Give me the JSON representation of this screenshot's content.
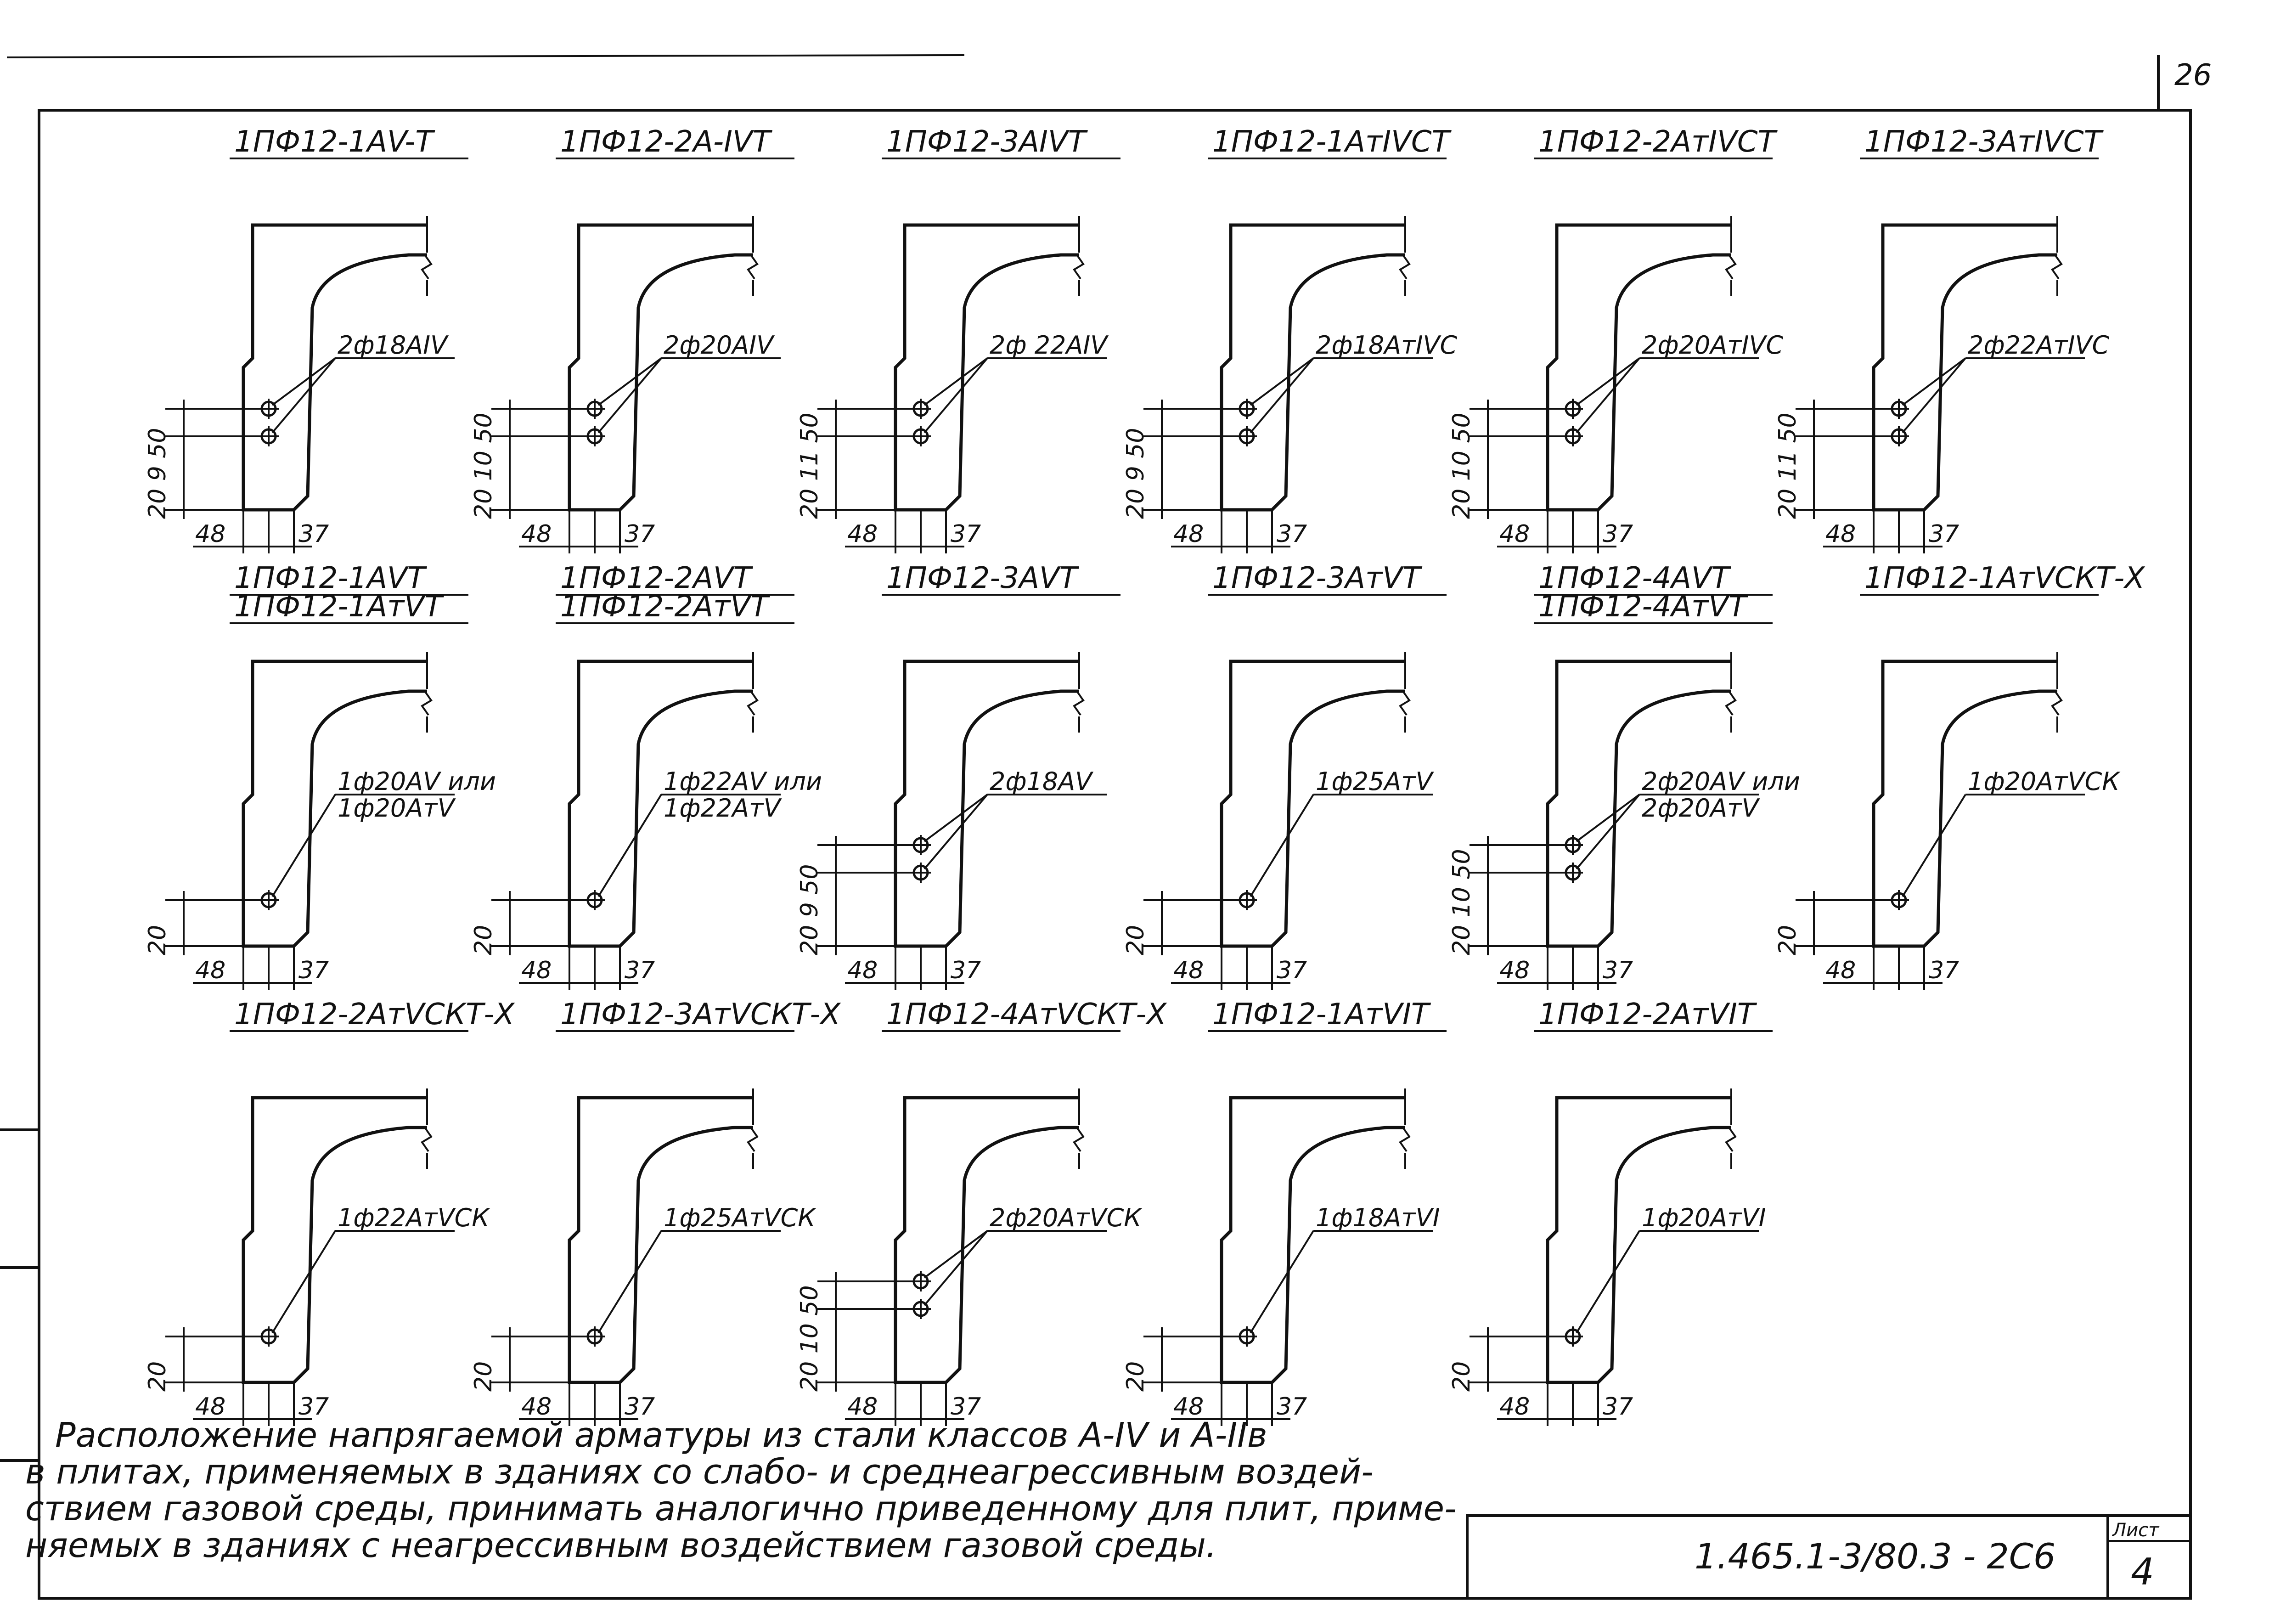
{
  "sheet": {
    "page_number": "26",
    "document_code": "1.465.1-3/80.3 - 2C6",
    "sheet_label": "Лист",
    "sheet_number": "4",
    "note_lines": [
      "Расположение напрягаемой арматуры из стали классов А-IV и А-IIв",
      "в плитах, применяемых в зданиях со слабо- и среднеагрессивным воздей-",
      "ствием газовой среды, принимать аналогично приведенному для плит, приме-",
      "няемых в зданиях с неагрессивным воздействием газовой среды."
    ]
  },
  "details": [
    {
      "title": [
        "1ПФ12-1АV-Т"
      ],
      "bars": 2,
      "rebar": [
        "2ф18АIV"
      ],
      "left_dims": [
        "20",
        "9",
        "50"
      ],
      "bottom_dims": [
        "48",
        "37"
      ]
    },
    {
      "title": [
        "1ПФ12-2А-IVТ"
      ],
      "bars": 2,
      "rebar": [
        "2ф20АIV"
      ],
      "left_dims": [
        "20",
        "10",
        "50"
      ],
      "bottom_dims": [
        "48",
        "37"
      ]
    },
    {
      "title": [
        "1ПФ12-3АIVТ"
      ],
      "bars": 2,
      "rebar": [
        "2ф 22АIV"
      ],
      "left_dims": [
        "20",
        "11",
        "50"
      ],
      "bottom_dims": [
        "48",
        "37"
      ]
    },
    {
      "title": [
        "1ПФ12-1АтIVСТ"
      ],
      "bars": 2,
      "rebar": [
        "2ф18АтIVС"
      ],
      "left_dims": [
        "20",
        "9",
        "50"
      ],
      "bottom_dims": [
        "48",
        "37"
      ]
    },
    {
      "title": [
        "1ПФ12-2АтIVСТ"
      ],
      "bars": 2,
      "rebar": [
        "2ф20АтIVС"
      ],
      "left_dims": [
        "20",
        "10",
        "50"
      ],
      "bottom_dims": [
        "48",
        "37"
      ]
    },
    {
      "title": [
        "1ПФ12-3АтIVСТ"
      ],
      "bars": 2,
      "rebar": [
        "2ф22АтIVС"
      ],
      "left_dims": [
        "20",
        "11",
        "50"
      ],
      "bottom_dims": [
        "48",
        "37"
      ]
    },
    {
      "title": [
        "1ПФ12-1АVТ",
        "1ПФ12-1АтVТ"
      ],
      "bars": 1,
      "rebar": [
        "1ф20АV или",
        "1ф20АтV"
      ],
      "left_dims": [
        "20"
      ],
      "bottom_dims": [
        "48",
        "37"
      ]
    },
    {
      "title": [
        "1ПФ12-2АVТ",
        "1ПФ12-2АтVТ"
      ],
      "bars": 1,
      "rebar": [
        "1ф22АV или",
        "1ф22АтV"
      ],
      "left_dims": [
        "20"
      ],
      "bottom_dims": [
        "48",
        "37"
      ]
    },
    {
      "title": [
        "1ПФ12-3АVТ"
      ],
      "bars": 2,
      "rebar": [
        "2ф18АV"
      ],
      "left_dims": [
        "20",
        "9",
        "50"
      ],
      "bottom_dims": [
        "48",
        "37"
      ]
    },
    {
      "title": [
        "1ПФ12-3АтVТ"
      ],
      "bars": 1,
      "rebar": [
        "1ф25АтV"
      ],
      "left_dims": [
        "20"
      ],
      "bottom_dims": [
        "48",
        "37"
      ]
    },
    {
      "title": [
        "1ПФ12-4АVТ",
        "1ПФ12-4АтVТ"
      ],
      "bars": 2,
      "rebar": [
        "2ф20АV или",
        "2ф20АтV"
      ],
      "left_dims": [
        "20",
        "10",
        "50"
      ],
      "bottom_dims": [
        "48",
        "37"
      ]
    },
    {
      "title": [
        "1ПФ12-1АтVСКТ-Х"
      ],
      "bars": 1,
      "rebar": [
        "1ф20АтVСК"
      ],
      "left_dims": [
        "20"
      ],
      "bottom_dims": [
        "48",
        "37"
      ]
    },
    {
      "title": [
        "1ПФ12-2АтVСКТ-Х"
      ],
      "bars": 1,
      "rebar": [
        "1ф22АтVСК"
      ],
      "left_dims": [
        "20"
      ],
      "bottom_dims": [
        "48",
        "37"
      ]
    },
    {
      "title": [
        "1ПФ12-3АтVСКТ-Х"
      ],
      "bars": 1,
      "rebar": [
        "1ф25АтVСК"
      ],
      "left_dims": [
        "20"
      ],
      "bottom_dims": [
        "48",
        "37"
      ]
    },
    {
      "title": [
        "1ПФ12-4АтVСКТ-Х"
      ],
      "bars": 2,
      "rebar": [
        "2ф20АтVСК"
      ],
      "left_dims": [
        "20",
        "10",
        "50"
      ],
      "bottom_dims": [
        "48",
        "37"
      ]
    },
    {
      "title": [
        "1ПФ12-1АтVIТ"
      ],
      "bars": 1,
      "rebar": [
        "1ф18АтVI"
      ],
      "left_dims": [
        "20"
      ],
      "bottom_dims": [
        "48",
        "37"
      ]
    },
    {
      "title": [
        "1ПФ12-2АтVIТ"
      ],
      "bars": 1,
      "rebar": [
        "1ф20АтVI"
      ],
      "left_dims": [
        "20"
      ],
      "bottom_dims": [
        "48",
        "37"
      ]
    }
  ]
}
